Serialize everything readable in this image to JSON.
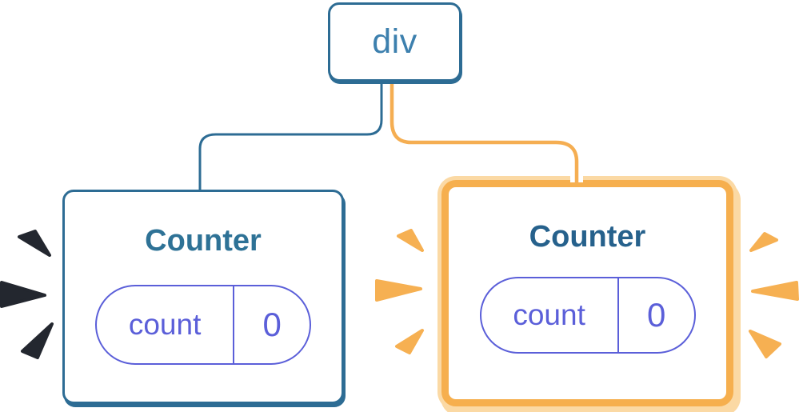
{
  "diagram": {
    "root_node": {
      "label": "div"
    },
    "counters": [
      {
        "title": "Counter",
        "state_key": "count",
        "state_value": "0",
        "highlighted": false,
        "spark_style": "dark"
      },
      {
        "title": "Counter",
        "state_key": "count",
        "state_value": "0",
        "highlighted": true,
        "spark_style": "orange"
      }
    ]
  },
  "colors": {
    "node_border_blue": "#2D6C94",
    "node_text_blue": "#3D80AE",
    "counter_title_blue": "#2E7296",
    "counter_title_blue_bold": "#26618C",
    "state_pill_purple": "#5B5FD9",
    "highlight_border_orange": "#F6AF4E",
    "highlight_halo_orange": "#FBD9A4",
    "connector_orange": "#F5AE52",
    "connector_blue": "#2D6C94",
    "connector_casing": "#FFFFFF",
    "spark_orange": "#F6B052",
    "spark_dark": "#23272F",
    "card_background": "#FFFFFF"
  }
}
